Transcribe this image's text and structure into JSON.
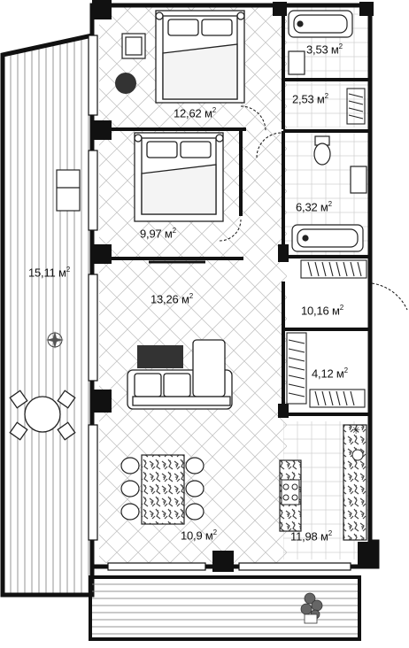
{
  "plan": {
    "colors": {
      "wall": "#111111",
      "floor_hatch": "#bdbdbd",
      "furniture_line": "#222222",
      "accent_dark": "#333333",
      "plant": "#555555"
    },
    "areas": {
      "bedroom_1": "12,62 м",
      "bathroom_1": "3,53 м",
      "wardrobe_1": "2,53 м",
      "bedroom_2": "9,97 м",
      "bathroom_2": "6,32 м",
      "terrace_left": "15,11 м",
      "living_room": "13,26 м",
      "hallway": "10,16 м",
      "wardrobe_2": "4,12 м",
      "dining": "10,9 м",
      "kitchen": "11,98 м"
    },
    "unit_superscript": "2",
    "icons": {
      "bed": "double-bed-icon",
      "sofa": "sofa-icon",
      "dining_table": "dining-table-icon",
      "patio_table": "round-patio-table-icon",
      "bathtub": "bathtub-icon",
      "toilet": "toilet-icon",
      "sink": "sink-icon",
      "stove": "stove-icon",
      "plant": "plant-icon"
    }
  }
}
